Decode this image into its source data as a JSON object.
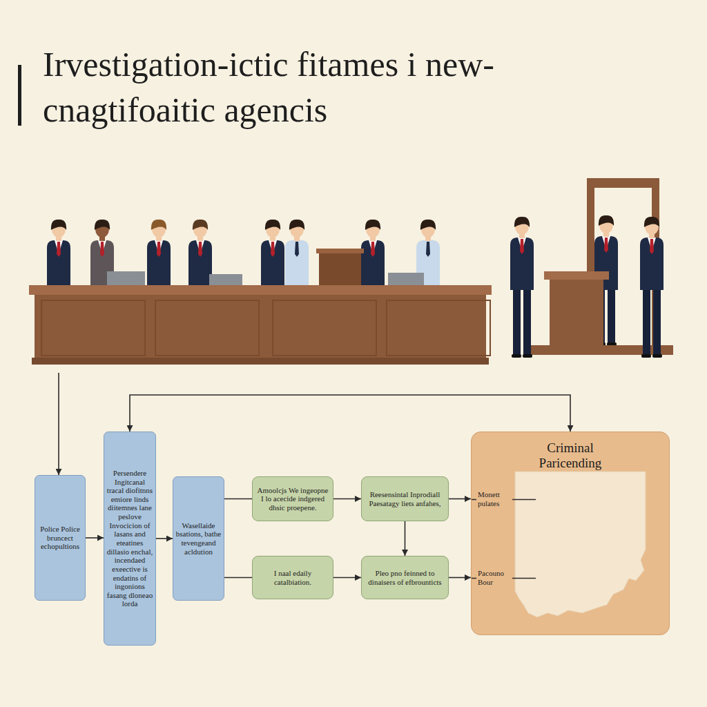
{
  "diagram": {
    "title": "Irvestigation-ictic fitames i new-cnagtifoaitic agencis",
    "nodes": [
      {
        "text": [
          "Police Police bruncect echopultions"
        ]
      },
      {
        "text": [
          "Persendere Ingitcanal tracal diofitnns emiore linds diitemnes lane peslove Invocicion of lasans and eteatines dillasio enchal, incendaed exeective is endatins of ingonions fasang dloneao lorda"
        ]
      },
      {
        "text": [
          "Wasellaide bsations, bathe tevengeand acldution"
        ]
      },
      {
        "text": [
          "Amoolcjs We ingeopne I lo acecide indgered dhsic proepene."
        ]
      },
      {
        "text": [
          "I naal edaily catalbiation."
        ]
      },
      {
        "text": [
          "Reesensintal Inprodiall Paesatagy liets anfahes,"
        ]
      },
      {
        "text": [
          "Pleo pno feinned to dinaisers of efbrounticts"
        ]
      },
      {
        "text": [
          "Criminal Paricending"
        ]
      }
    ],
    "edges": [
      {
        "from": 0,
        "to": 1,
        "arrow": "to"
      },
      {
        "from": 1,
        "to": 2,
        "arrow": "to"
      },
      {
        "from": 2,
        "to": 3,
        "arrow": "none"
      },
      {
        "from": 2,
        "to": 4,
        "arrow": "none"
      },
      {
        "from": 3,
        "to": 5,
        "arrow": "to"
      },
      {
        "from": 4,
        "to": 6,
        "arrow": "to"
      },
      {
        "from": 5,
        "to": 6,
        "arrow": "to"
      },
      {
        "from": 5,
        "to": 7,
        "arrow": "to"
      },
      {
        "from": 6,
        "to": 7,
        "arrow": "to"
      },
      {
        "from": 1,
        "to": 7,
        "arrow": "both"
      }
    ],
    "labels": [
      "Monett pulates",
      "Pacouno Bour"
    ]
  }
}
